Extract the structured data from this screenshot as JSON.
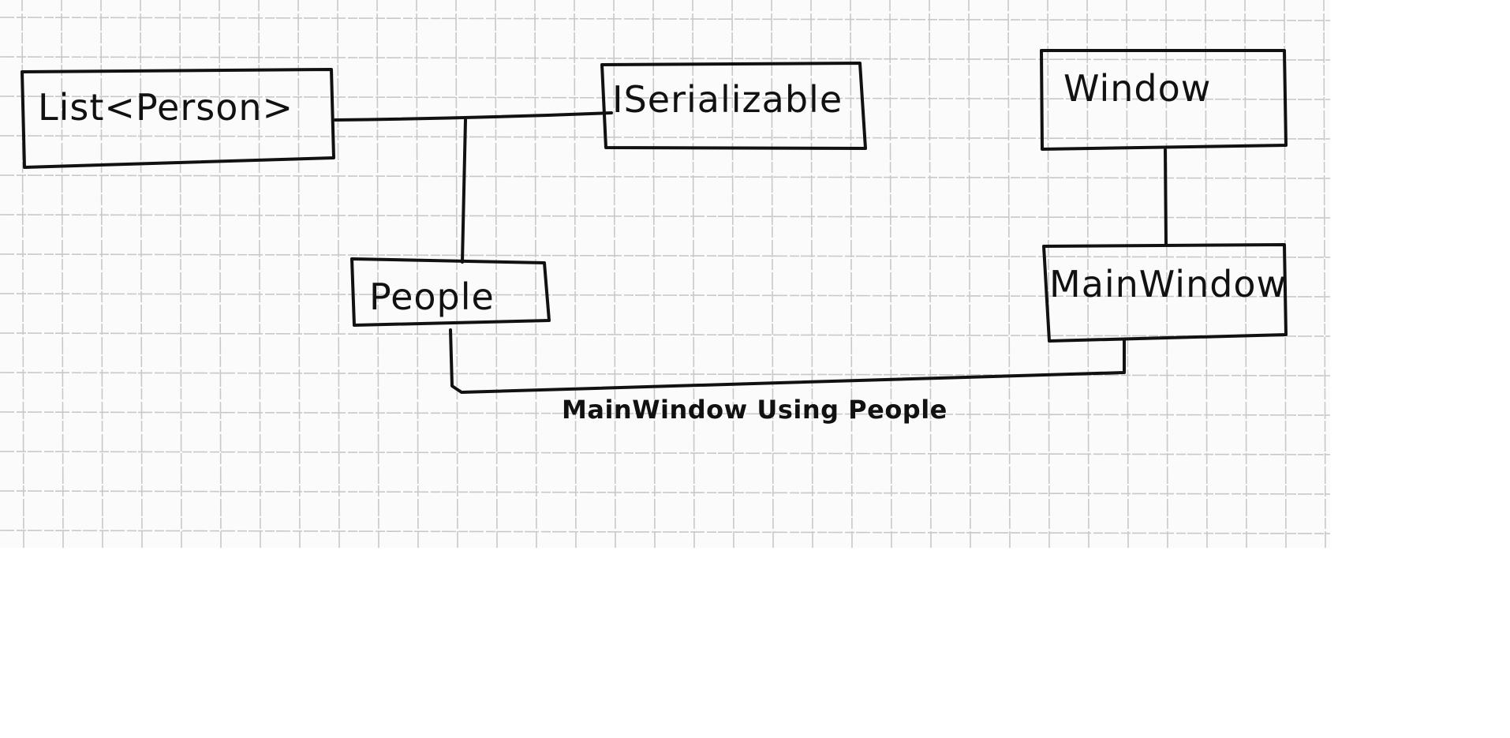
{
  "diagram": {
    "nodes": [
      {
        "id": "list-person",
        "label": "List<Person>"
      },
      {
        "id": "iserializable",
        "label": "ISerializable"
      },
      {
        "id": "window",
        "label": "Window"
      },
      {
        "id": "people",
        "label": "People"
      },
      {
        "id": "mainwindow",
        "label": "MainWindow"
      }
    ],
    "edges": [
      {
        "from": "people",
        "to": "list-person"
      },
      {
        "from": "people",
        "to": "iserializable"
      },
      {
        "from": "mainwindow",
        "to": "window"
      },
      {
        "from": "mainwindow",
        "to": "people",
        "label": "MainWindow Using People"
      }
    ]
  },
  "colors": {
    "ink": "#111111",
    "paper": "#fbfbfb",
    "grid": "#c8c8c8"
  }
}
